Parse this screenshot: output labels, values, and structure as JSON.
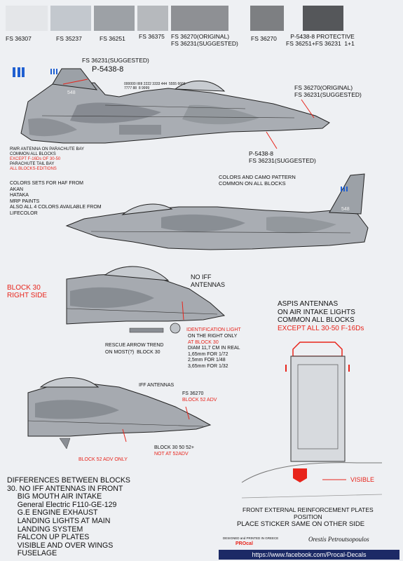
{
  "swatches": [
    {
      "color": "#e4e6e9",
      "label": "FS 36307"
    },
    {
      "color": "#c3c8ce",
      "label": "FS 35237"
    },
    {
      "color": "#9da1a6",
      "label": "FS 36251"
    },
    {
      "color": "#b6b9bd",
      "label": "FS 36375"
    },
    {
      "color": "#8e9094",
      "label": "FS 36270(ORIGINAL)\nFS 36231(SUGGESTED)"
    },
    {
      "color": "#7d7f82",
      "label": "FS 36270"
    },
    {
      "color": "#55575a",
      "label": "P-5438-8 PROTECTIVE\nFS 36251+FS 36231  1+1"
    }
  ],
  "jet1": {
    "top_callout_1": "FS 36231(SUGGESTED)",
    "top_callout_2": "P-5438-8",
    "serial_marks": "000000 IIIIII 2222 3333 444  5555 6666\n7777 88  8 9999",
    "tail_number": "548",
    "right_callout": "FS 36270(ORIGINAL)\nFS 36231(SUGGESTED)",
    "bottom_callout": "P-5438-8\nFS 36231(SUGGESTED)",
    "rwr_note": "RWR ANTENNA ON PARACHUTE BAY\nCOMMON ALL BLOCKS",
    "rwr_note_red": "EXCEPT F-16Ds OF 30-50",
    "rwr_note_2": "PARACHUTE TAIL BAY",
    "rwr_note_red_2": "ALL BLOCKS-EDITIONS"
  },
  "paints_note": "COLORS SETS FOR HAF FROM\nAKAN\nHATAKA\nMRP PAINTS\nALSO ALL 4 COLORS AVAILABLE FROM\nLIFECOLOR",
  "camo_note": "COLORS AND CAMO PATTERN\nCOMMON ON ALL BLOCKS",
  "jet2": {
    "tail_number": "548"
  },
  "block30": {
    "title": "BLOCK 30\nRIGHT SIDE",
    "no_iff": "NO IFF\nANTENNAS",
    "ident_light_red": "IDENTIFICATION LIGHT",
    "ident_light": "ON THE RIGHT ONLY",
    "ident_light_red_2": "AT BLOCK 30",
    "ident_sizes": "DIAM 11,7 CM IN REAL\n1,65mm FOR 1/72\n2,5mm FOR 1/48\n3,65mm FOR 1/32",
    "rescue_arrow": "RESCUE ARROW TREND\nON MOST(?)  BLOCK 30"
  },
  "aspis": {
    "line1": "ASPIS ANTENNAS\nON AIR INTAKE LIGHTS\nCOMMON ALL BLOCKS",
    "line_red": "EXCEPT ALL 30-50 F-16Ds"
  },
  "block52": {
    "iff": "IFF ANTENNAS",
    "fs": "FS 36270",
    "fs_red": "BLOCK 52 ADV",
    "only_red": "BLOCK 52 ADV ONLY",
    "blocks": "BLOCK 30 50 52+",
    "blocks_red": "NOT AT 52ADV"
  },
  "differences": [
    "DIFFERENCES BETWEEN BLOCKS",
    "30. NO IFF ANTENNAS IN FRONT",
    "     BIG MOUTH AIR INTAKE",
    "     General Electric F110-GE-129",
    "     G.E ENGINE EXHAUST",
    "     LANDING LIGHTS AT MAIN",
    "     LANDING SYSTEM",
    "     FALCON UP PLATES",
    "     VISIBLE AND OVER WINGS",
    "     FUSELAGE"
  ],
  "visible_label": "VISIBLE",
  "reinforcement": "FRONT EXTERNAL REINFORCEMENT PLATES\nPOSITION",
  "sticker": "PLACE STICKER SAME ON OTHER SIDE",
  "credits": {
    "designed": "DESIGNED and PRINTED IN GREECE",
    "brand": "PROcal",
    "signature": "Orestis Petroutsopoulos"
  },
  "footer_url": "https://www.facebook.com/Procal-Decals"
}
